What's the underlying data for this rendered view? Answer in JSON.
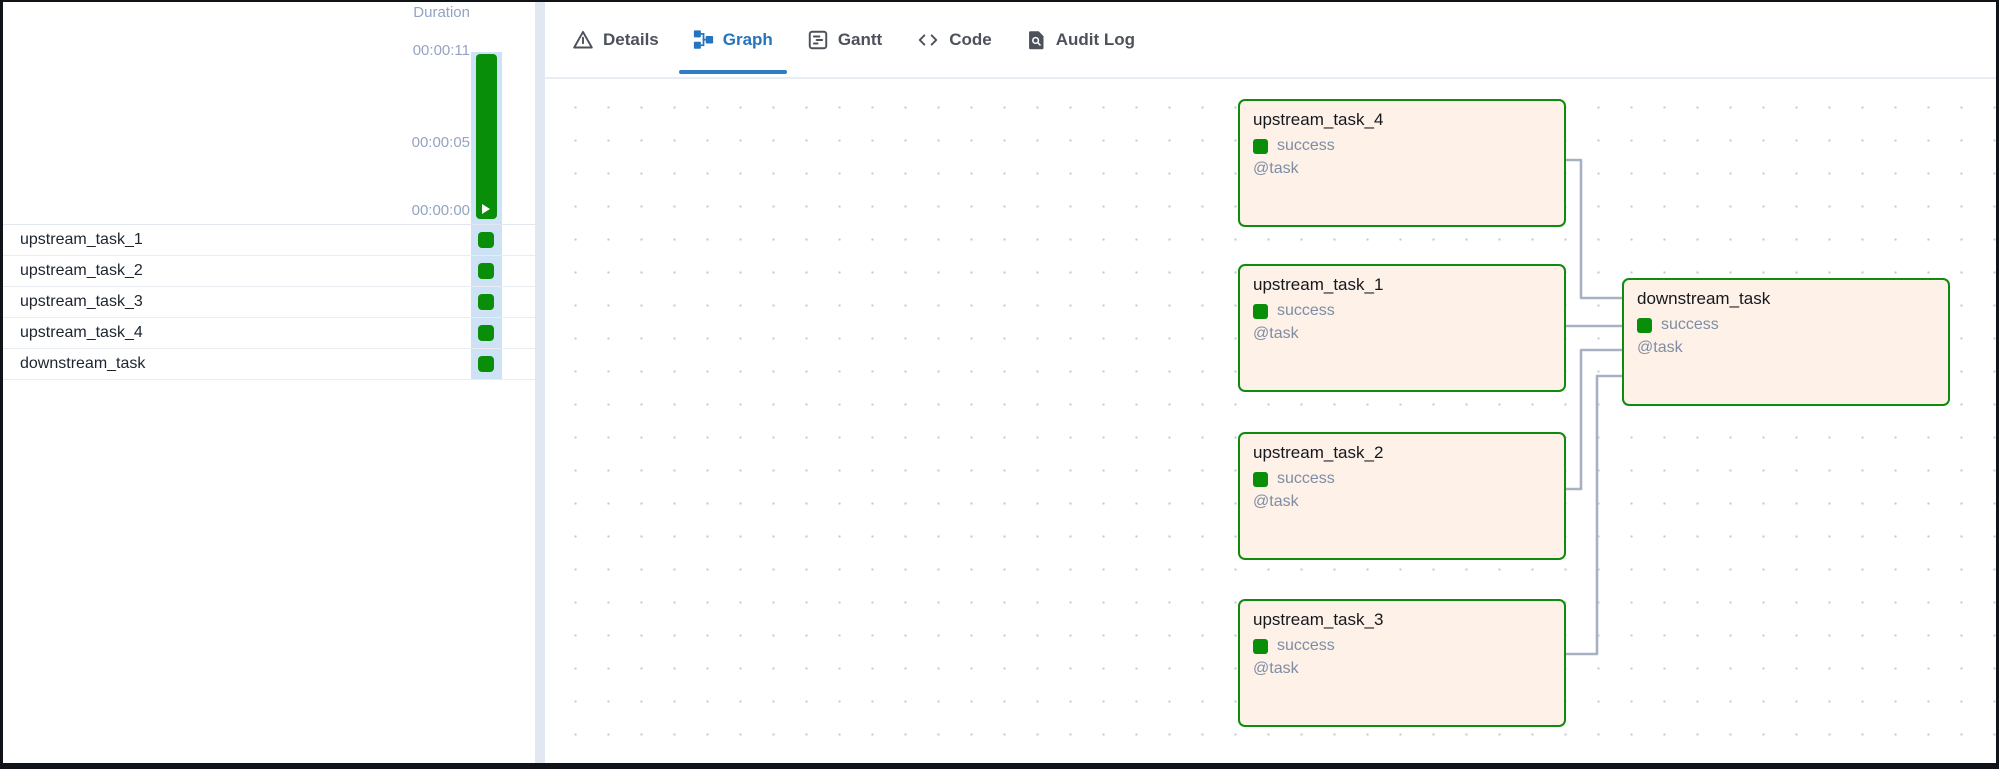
{
  "left_panel": {
    "duration_chart": {
      "title": "Duration",
      "ticks": [
        "00:00:11",
        "00:00:05",
        "00:00:00"
      ],
      "bar": {
        "run_status": "success",
        "approx_duration": "00:00:11",
        "has_play_button": true
      }
    },
    "task_rows": [
      {
        "name": "upstream_task_1",
        "status": "success"
      },
      {
        "name": "upstream_task_2",
        "status": "success"
      },
      {
        "name": "upstream_task_3",
        "status": "success"
      },
      {
        "name": "upstream_task_4",
        "status": "success"
      },
      {
        "name": "downstream_task",
        "status": "success"
      }
    ]
  },
  "tabs": [
    {
      "label": "Details",
      "icon": "warning-triangle-icon",
      "active": false
    },
    {
      "label": "Graph",
      "icon": "dag-graph-icon",
      "active": true
    },
    {
      "label": "Gantt",
      "icon": "gantt-icon",
      "active": false
    },
    {
      "label": "Code",
      "icon": "code-icon",
      "active": false
    },
    {
      "label": "Audit Log",
      "icon": "audit-log-icon",
      "active": false
    }
  ],
  "graph": {
    "nodes": [
      {
        "id": "upstream_task_4",
        "title": "upstream_task_4",
        "status": "success",
        "decorator": "@task"
      },
      {
        "id": "upstream_task_1",
        "title": "upstream_task_1",
        "status": "success",
        "decorator": "@task"
      },
      {
        "id": "upstream_task_2",
        "title": "upstream_task_2",
        "status": "success",
        "decorator": "@task"
      },
      {
        "id": "upstream_task_3",
        "title": "upstream_task_3",
        "status": "success",
        "decorator": "@task"
      },
      {
        "id": "downstream_task",
        "title": "downstream_task",
        "status": "success",
        "decorator": "@task"
      }
    ],
    "edges": [
      {
        "from": "upstream_task_4",
        "to": "downstream_task"
      },
      {
        "from": "upstream_task_1",
        "to": "downstream_task"
      },
      {
        "from": "upstream_task_2",
        "to": "downstream_task"
      },
      {
        "from": "upstream_task_3",
        "to": "downstream_task"
      }
    ]
  },
  "colors": {
    "success_green": "#098e09",
    "node_border_green": "#0f8c0f",
    "node_background": "#fdf1e8",
    "active_tab_blue": "#2674bb",
    "tab_underline_blue": "#2e7cc3",
    "edge_gray": "#a7b1c2",
    "selected_run_band": "#cde3f5",
    "tick_text": "#93a4c0",
    "secondary_text": "#7f8da3"
  }
}
